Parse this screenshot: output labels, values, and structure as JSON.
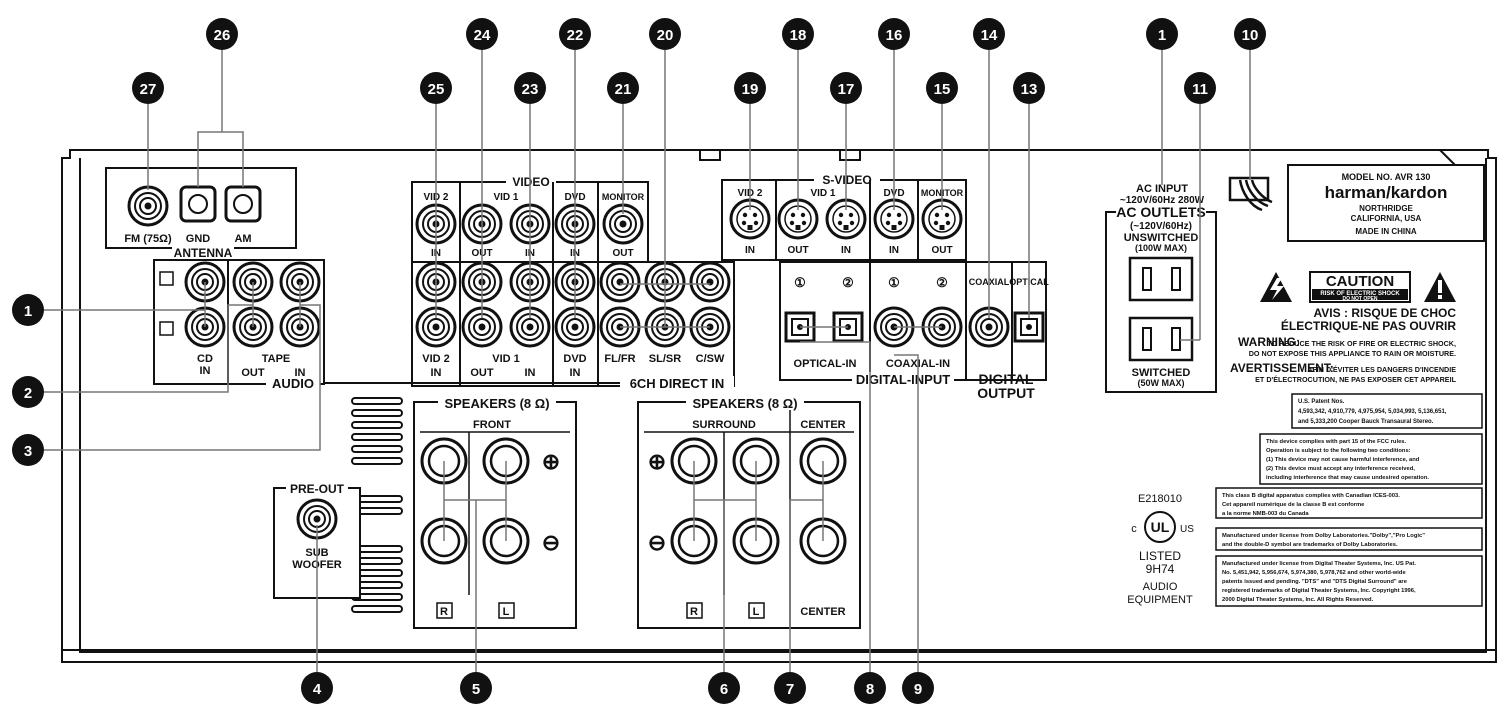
{
  "callouts": {
    "1": "1",
    "2": "2",
    "3": "3",
    "4": "4",
    "5": "5",
    "6": "6",
    "7": "7",
    "8": "8",
    "9": "9",
    "10": "10",
    "11": "11",
    "13": "13",
    "14": "14",
    "15": "15",
    "16": "16",
    "17": "17",
    "18": "18",
    "19": "19",
    "20": "20",
    "21": "21",
    "22": "22",
    "23": "23",
    "24": "24",
    "25": "25",
    "26": "26",
    "27": "27"
  },
  "antenna": {
    "title": "ANTENNA",
    "fm": "FM (75Ω)",
    "gnd": "GND",
    "am": "AM"
  },
  "video": {
    "title": "VIDEO",
    "vid2": "VID 2",
    "vid1": "VID 1",
    "dvd": "DVD",
    "monitor": "MONITOR",
    "in": "IN",
    "out": "OUT"
  },
  "svideo": {
    "title": "S-VIDEO",
    "vid2": "VID 2",
    "vid1": "VID 1",
    "dvd": "DVD",
    "monitor": "MONITOR",
    "in": "IN",
    "out": "OUT"
  },
  "audio": {
    "title": "AUDIO",
    "cd": "CD",
    "cd_in": "IN",
    "tape": "TAPE",
    "tape_out": "OUT",
    "tape_in": "IN",
    "vid2": "VID 2",
    "vid1": "VID 1",
    "dvd": "DVD",
    "in": "IN",
    "out": "OUT"
  },
  "sixch": {
    "title": "6CH  DIRECT IN",
    "flfr": "FL/FR",
    "slsr": "SL/SR",
    "csw": "C/SW"
  },
  "digital_input": {
    "title": "DIGITAL-INPUT",
    "one": "①",
    "two": "②",
    "optical_in": "OPTICAL-IN",
    "coaxial_in": "COAXIAL-IN"
  },
  "digital_output": {
    "title_1": "DIGITAL",
    "title_2": "OUTPUT",
    "coaxial": "COAXIAL",
    "optical": "OPTICAL"
  },
  "speakers_front": {
    "title": "SPEAKERS (8 Ω)",
    "front": "FRONT",
    "r": "R",
    "l": "L",
    "plus": "⊕",
    "minus": "⊖"
  },
  "speakers_rear": {
    "title": "SPEAKERS (8 Ω)",
    "surround": "SURROUND",
    "center": "CENTER",
    "center_bottom": "CENTER",
    "r": "R",
    "l": "L",
    "plus": "⊕",
    "minus": "⊖"
  },
  "preout": {
    "title": "PRE-OUT",
    "sub_1": "SUB",
    "sub_2": "WOOFER"
  },
  "ac": {
    "input_1": "AC INPUT",
    "input_2": "~120V/60Hz  280W",
    "outlets": "AC OUTLETS",
    "outlets_sub": "(~120V/60Hz)",
    "unswitched": "UNSWITCHED",
    "unswitched_max": "(100W MAX)",
    "switched": "SWITCHED",
    "switched_max": "(50W MAX)"
  },
  "model": {
    "model_no": "MODEL NO. AVR 130",
    "brand": "harman/kardon",
    "city_1": "NORTHRIDGE",
    "city_2": "CALIFORNIA, USA",
    "made_in": "MADE IN CHINA"
  },
  "caution": {
    "title": "CAUTION",
    "sub_1": "RISK OF ELECTRIC SHOCK",
    "sub_2": "DO NOT OPEN",
    "avis_1": "AVIS : RISQUE DE CHOC",
    "avis_2": "ÉLECTRIQUE-NE PAS OUVRIR",
    "warning_label": "WARNING:",
    "warning_1": "TO REDUCE THE RISK OF FIRE OR ELECTRIC SHOCK,",
    "warning_2": "DO NOT EXPOSE THIS APPLIANCE TO RAIN OR MOISTURE.",
    "avert_label": "AVERTISSEMENT:",
    "avert_1": "AFIN D'ÉVITER LES DANGERS D'INCENDIE",
    "avert_2": "ET D'ÉLECTROCUTION, NE PAS EXPOSER CET APPAREIL"
  },
  "patents": {
    "l1": "U.S. Patent Nos.",
    "l2": "4,593,342, 4,910,779, 4,975,954, 5,034,993, 5,136,651,",
    "l3": "and 5,333,200 Cooper Bauck Transaural Stereo."
  },
  "fcc": {
    "l1": "This device complies with part 15 of the FCC rules.",
    "l2": "Operation is subject to the following two conditions:",
    "l3": "(1) This  device may not cause harmful interference, and",
    "l4": "(2) This device must accept any interference received,",
    "l5": "including interference that may cause undesired operation."
  },
  "ices": {
    "l1": "This class B digital apparatus complies with Canadian ICES-003.",
    "l2": "Cet appareil numérique de la classe B est conforme",
    "l3": "a la norme NMB-003 du Canada"
  },
  "dolby": {
    "l1": "Manufactured under license from Dolby Laboratories.\"Dolby\",\"Pro Logic\"",
    "l2": "and the double-D symbol are trademarks of Dolby Laboratories."
  },
  "dts": {
    "l1": "Manufactured under license from Digital Theater Systems, Inc. US Pat.",
    "l2": "No. 5,451,942, 5,956,674, 5,974,380, 5,978,762 and other world-wide",
    "l3": "patents issued and pending.  \"DTS\" and \"DTS Digital Surround\" are",
    "l4": "registered trademarks of Digital Theater Systems, Inc. Copyright 1996,",
    "l5": "2000 Digital Theater Systems, Inc. All Rights Reserved."
  },
  "ul": {
    "file": "E218010",
    "c": "c",
    "ul": "UL",
    "us": "US",
    "listed": "LISTED",
    "code": "9H74",
    "audio": "AUDIO",
    "equipment": "EQUIPMENT"
  }
}
